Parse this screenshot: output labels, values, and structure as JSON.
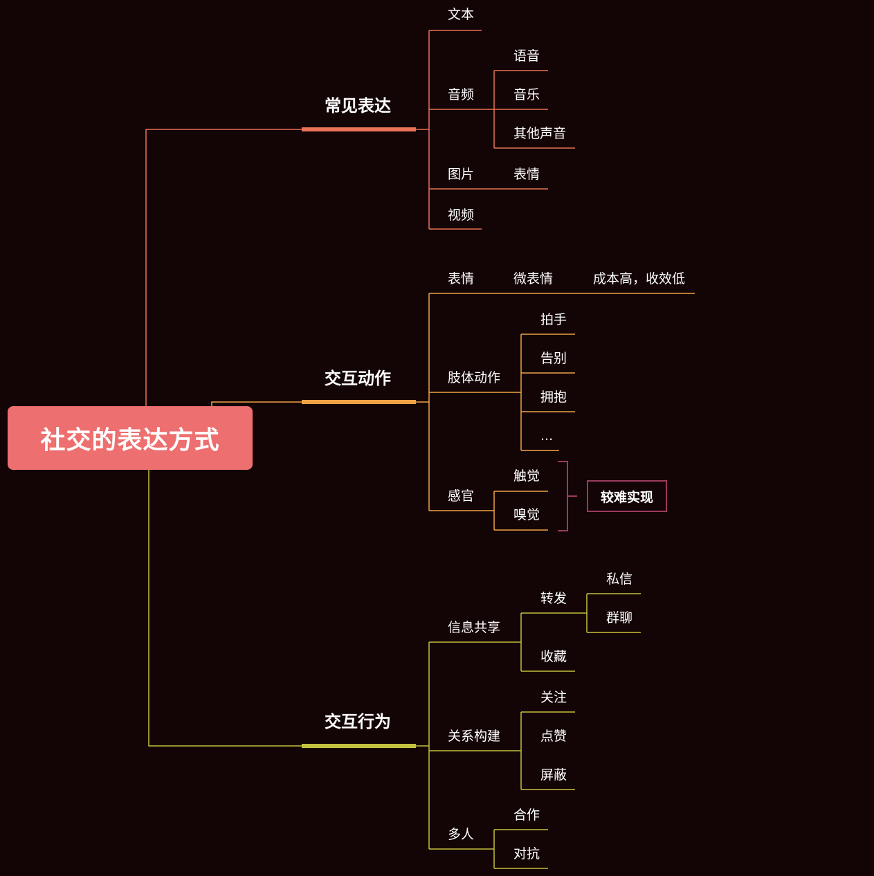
{
  "root": {
    "label": "社交的表达方式"
  },
  "colors": {
    "background": "#130406",
    "root": "#ee6f6f",
    "branch1": "#e87356",
    "branch2": "#f0a345",
    "branch3": "#c4c23c",
    "note_border": "#9e3a5e"
  },
  "branches": [
    {
      "label": "常见表达",
      "children": [
        {
          "label": "文本"
        },
        {
          "label": "音频",
          "children": [
            {
              "label": "语音"
            },
            {
              "label": "音乐"
            },
            {
              "label": "其他声音"
            }
          ]
        },
        {
          "label": "图片",
          "children": [
            {
              "label": "表情"
            }
          ]
        },
        {
          "label": "视频"
        }
      ]
    },
    {
      "label": "交互动作",
      "children": [
        {
          "label": "表情",
          "children": [
            {
              "label": "微表情",
              "children": [
                {
                  "label": "成本高，收效低"
                }
              ]
            }
          ]
        },
        {
          "label": "肢体动作",
          "children": [
            {
              "label": "拍手"
            },
            {
              "label": "告别"
            },
            {
              "label": "拥抱"
            },
            {
              "label": "..."
            }
          ]
        },
        {
          "label": "感官",
          "children": [
            {
              "label": "触觉"
            },
            {
              "label": "嗅觉"
            }
          ],
          "summary": "较难实现"
        }
      ]
    },
    {
      "label": "交互行为",
      "children": [
        {
          "label": "信息共享",
          "children": [
            {
              "label": "转发",
              "children": [
                {
                  "label": "私信"
                },
                {
                  "label": "群聊"
                }
              ]
            },
            {
              "label": "收藏"
            }
          ]
        },
        {
          "label": "关系构建",
          "children": [
            {
              "label": "关注"
            },
            {
              "label": "点赞"
            },
            {
              "label": "屏蔽"
            }
          ]
        },
        {
          "label": "多人",
          "children": [
            {
              "label": "合作"
            },
            {
              "label": "对抗"
            }
          ]
        }
      ]
    }
  ]
}
